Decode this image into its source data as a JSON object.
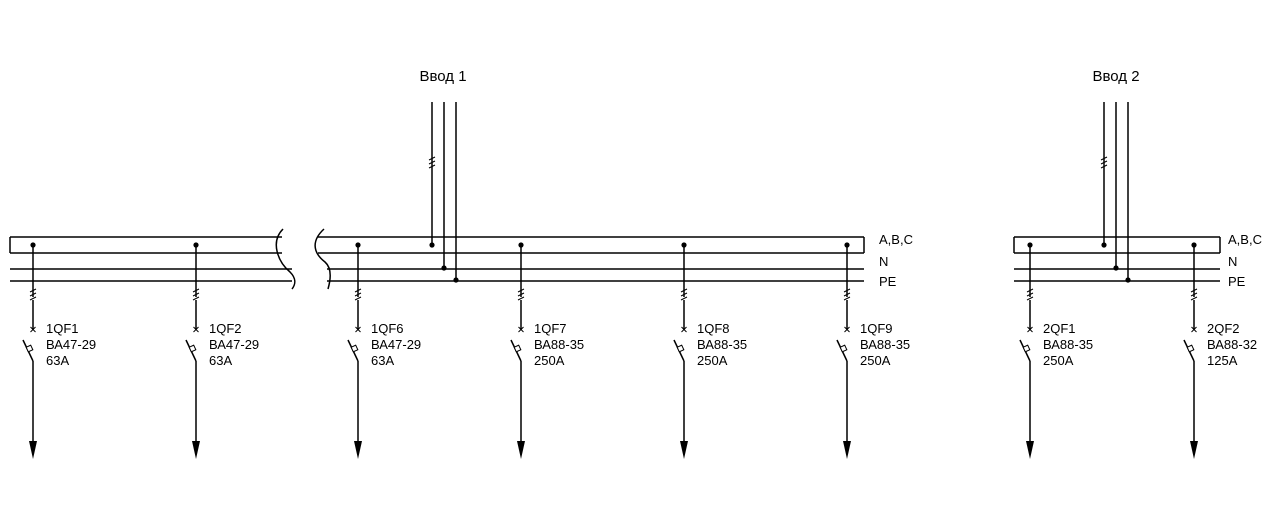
{
  "diagram": {
    "inputs": [
      {
        "label": "Ввод 1"
      },
      {
        "label": "Ввод 2"
      }
    ],
    "bus_labels": {
      "phase": "A,B,C",
      "neutral": "N",
      "protective": "PE"
    },
    "breakers": [
      {
        "id": "1QF1",
        "model": "ВА47-29",
        "rating": "63А",
        "section": 1
      },
      {
        "id": "1QF2",
        "model": "ВА47-29",
        "rating": "63А",
        "section": 1
      },
      {
        "id": "1QF6",
        "model": "ВА47-29",
        "rating": "63А",
        "section": 1
      },
      {
        "id": "1QF7",
        "model": "ВА88-35",
        "rating": "250А",
        "section": 1
      },
      {
        "id": "1QF8",
        "model": "ВА88-35",
        "rating": "250А",
        "section": 1
      },
      {
        "id": "1QF9",
        "model": "ВА88-35",
        "rating": "250А",
        "section": 1
      },
      {
        "id": "2QF1",
        "model": "ВА88-35",
        "rating": "250А",
        "section": 2
      },
      {
        "id": "2QF2",
        "model": "ВА88-32",
        "rating": "125А",
        "section": 2
      }
    ]
  }
}
